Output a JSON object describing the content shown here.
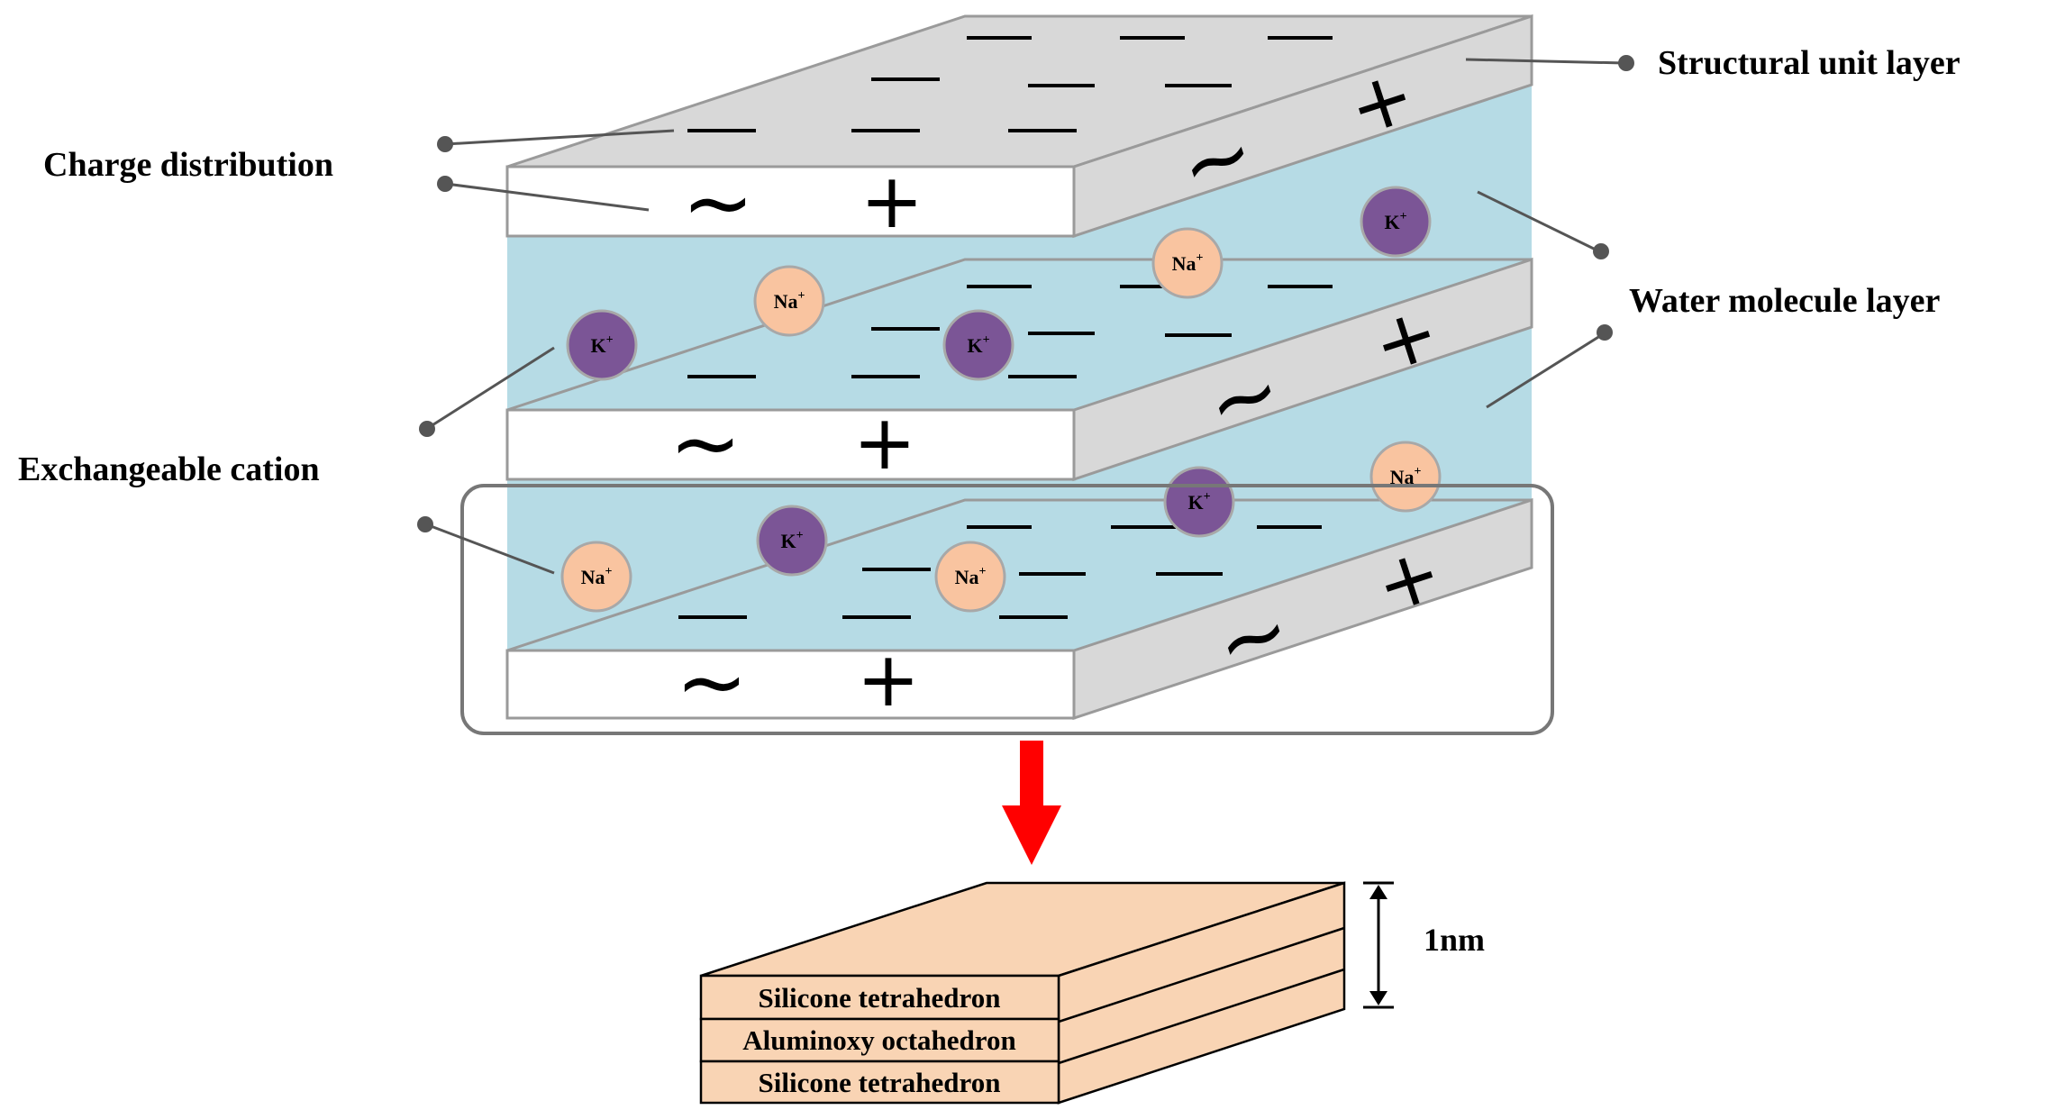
{
  "labels": {
    "structural_unit_layer": "Structural unit layer",
    "charge_distribution": "Charge distribution",
    "water_molecule_layer": "Water molecule layer",
    "exchangeable_cation": "Exchangeable cation",
    "thickness": "1nm"
  },
  "ions": {
    "potassium": "K",
    "sodium": "Na",
    "charge": "+"
  },
  "symbols": {
    "negative": "—",
    "positive": "+",
    "tilde": "~"
  },
  "unit_cell_layers": [
    "Silicone tetrahedron",
    "Aluminoxy octahedron",
    "Silicone tetrahedron"
  ],
  "colors": {
    "layer_gray": "#d8d8d8",
    "layer_edge": "#9a9a9a",
    "water": "#b6dbe5",
    "potassium": "#7b5596",
    "sodium": "#f9c4a0",
    "arrow": "#ff0000",
    "slab": "#f9d4b4"
  }
}
